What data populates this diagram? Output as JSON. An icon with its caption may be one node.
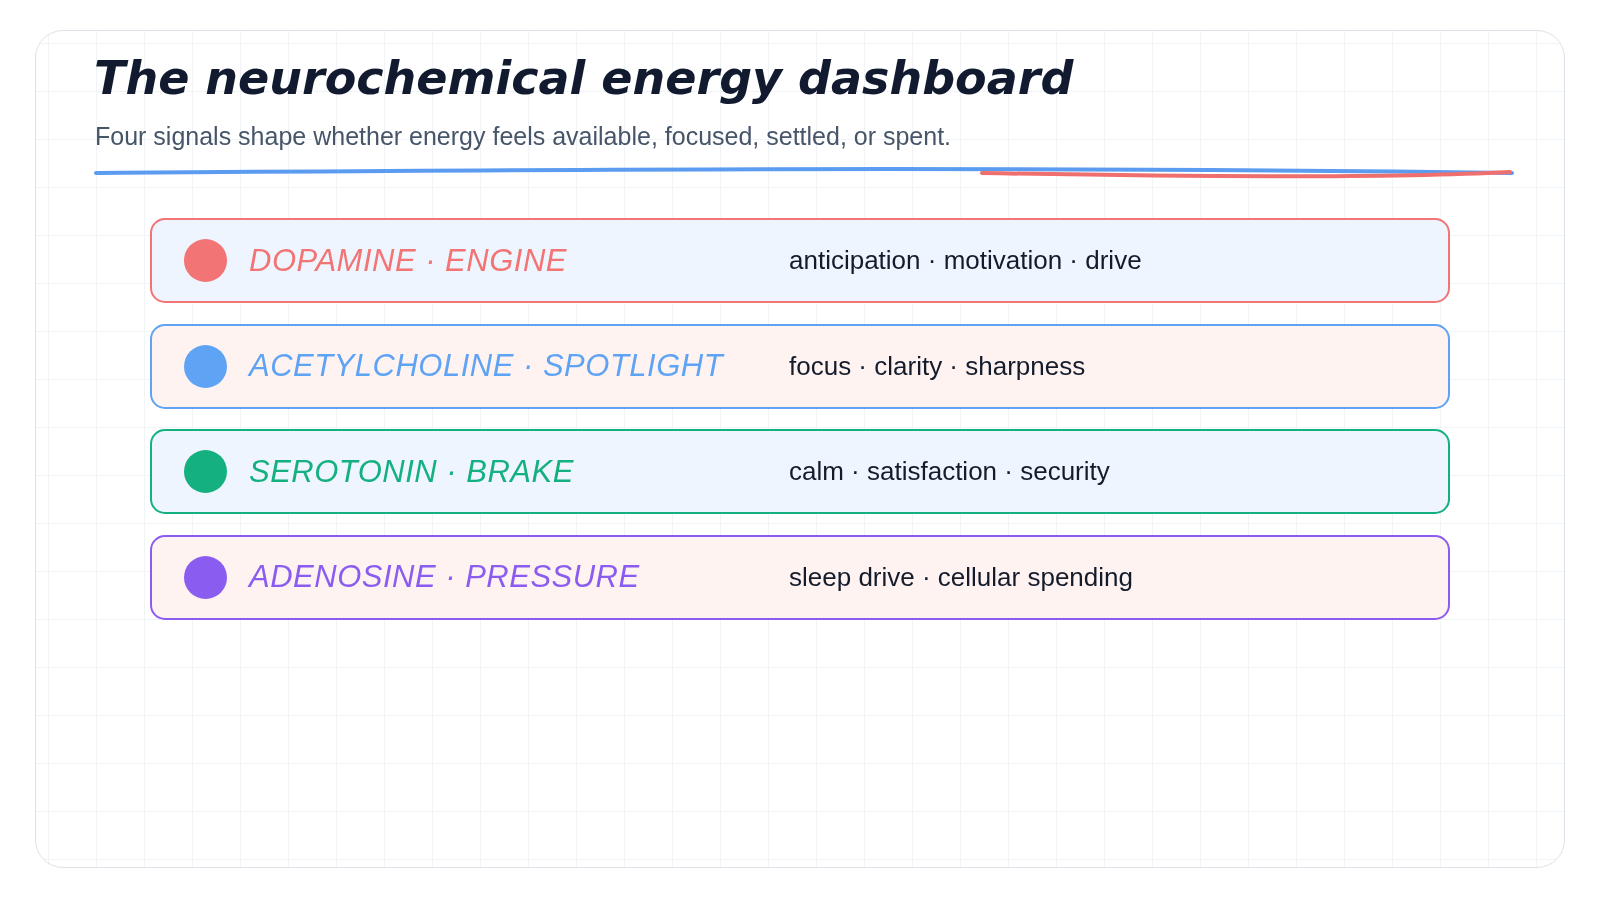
{
  "diagram": {
    "title": "The neurochemical energy dashboard",
    "nodes": [
      {
        "text": [
          "DOPAMINE · ENGINE",
          "anticipation · motivation · drive"
        ]
      },
      {
        "text": [
          "ACETYLCHOLINE · SPOTLIGHT",
          "focus · clarity · sharpness"
        ]
      },
      {
        "text": [
          "SEROTONIN · BRAKE",
          "calm · satisfaction · security"
        ]
      },
      {
        "text": [
          "ADENOSINE · PRESSURE",
          "sleep drive · cellular spending"
        ]
      }
    ],
    "labels": [
      "Four signals shape whether energy feels available, focused, settled, or spent."
    ]
  }
}
